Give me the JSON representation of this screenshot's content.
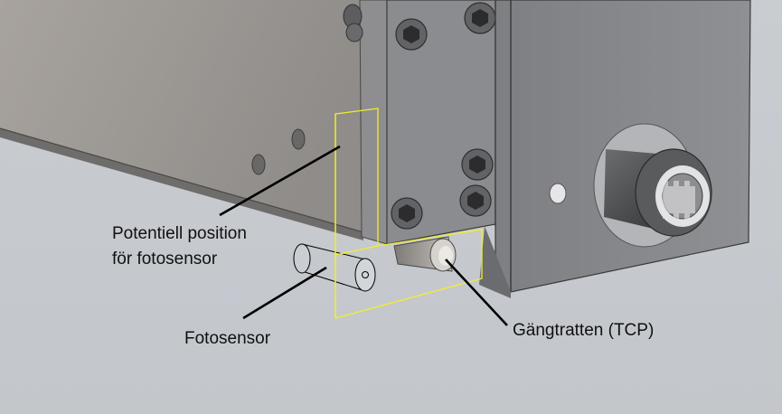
{
  "labels": {
    "potential_line1": "Potentiell position",
    "potential_line2": "för fotosensor",
    "photosensor": "Fotosensor",
    "tcp": "Gängtratten (TCP)"
  },
  "colors": {
    "background": "#c6c9ce",
    "plate": "#9c9894",
    "block": "#8a8b8f",
    "highlight": "#f2ee2a",
    "leader": "#000000"
  }
}
